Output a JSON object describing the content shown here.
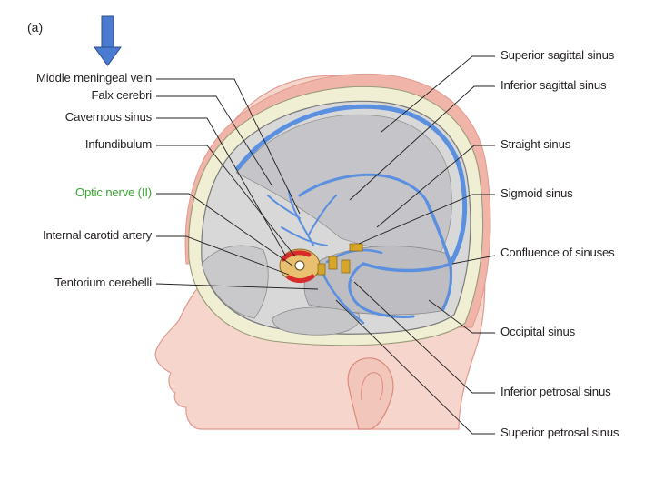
{
  "panel_label": "(a)",
  "colors": {
    "skin": "#f6d6cc",
    "skin_line": "#e09a8e",
    "scalp": "#f0b4a8",
    "skull": "#f1efd3",
    "dura": "#c9c9c9",
    "sinus_blue": "#5b8fe0",
    "arrow_blue": "#3f6fc0",
    "optic_green": "#3aa535",
    "artery_red": "#d82b2b",
    "bone_gold": "#d6a62a",
    "text": "#231f20"
  },
  "labels_left": [
    {
      "id": "middle-meningeal-vein",
      "text": "Middle meningeal vein"
    },
    {
      "id": "falx-cerebri",
      "text": "Falx cerebri"
    },
    {
      "id": "cavernous-sinus",
      "text": "Cavernous sinus"
    },
    {
      "id": "infundibulum",
      "text": "Infundibulum"
    },
    {
      "id": "optic-nerve",
      "text": "Optic nerve (II)"
    },
    {
      "id": "internal-carotid-artery",
      "text": "Internal carotid artery"
    },
    {
      "id": "tentorium-cerebelli",
      "text": "Tentorium cerebelli"
    }
  ],
  "labels_right": [
    {
      "id": "superior-sagittal-sinus",
      "text": "Superior sagittal sinus"
    },
    {
      "id": "inferior-sagittal-sinus",
      "text": "Inferior sagittal sinus"
    },
    {
      "id": "straight-sinus",
      "text": "Straight sinus"
    },
    {
      "id": "sigmoid-sinus",
      "text": "Sigmoid sinus"
    },
    {
      "id": "confluence-of-sinuses",
      "text": "Confluence of sinuses"
    },
    {
      "id": "occipital-sinus",
      "text": "Occipital sinus"
    },
    {
      "id": "inferior-petrosal-sinus",
      "text": "Inferior petrosal sinus"
    },
    {
      "id": "superior-petrosal-sinus",
      "text": "Superior petrosal sinus"
    }
  ],
  "icons": {
    "pointer": "down-arrow-icon"
  }
}
